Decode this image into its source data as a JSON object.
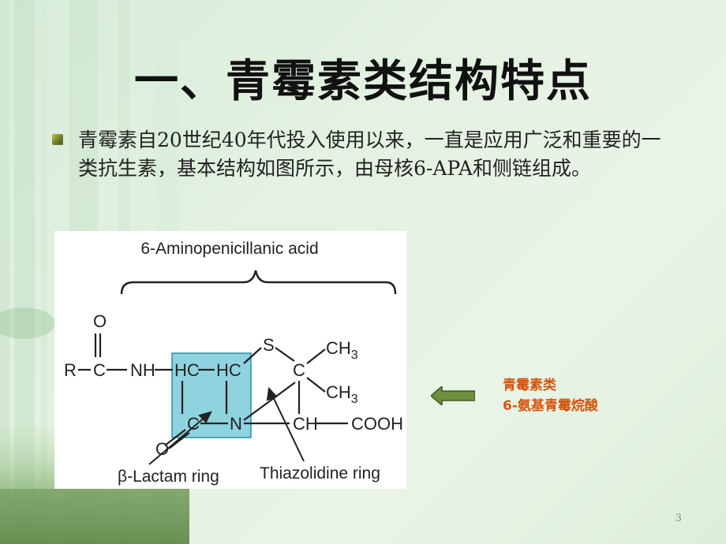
{
  "slide": {
    "title": "一、青霉素类结构特点",
    "bullet": "青霉素自20世纪40年代投入使用以来，一直是应用广泛和重要的一类抗生素，基本结构如图所示，由母核6-APA和侧链组成。",
    "page_number": "3"
  },
  "diagram": {
    "acid_label": "6-Aminopenicillanic acid",
    "lactam_label": "β-Lactam ring",
    "thiazolidine_label": "Thiazolidine ring",
    "atoms": {
      "o_top": "O",
      "r": "R",
      "c1": "C",
      "nh": "NH",
      "hc1": "HC",
      "hc2": "HC",
      "s": "S",
      "c_quat": "C",
      "ch3_1": "CH3",
      "ch3_2": "CH3",
      "c_lactam": "C",
      "n": "N",
      "ch": "CH",
      "cooh": "COOH",
      "o_bottom": "O"
    }
  },
  "annotation": {
    "line1": "青霉素类",
    "line2": "6-氨基青霉烷酸",
    "color": "#d4560e"
  }
}
